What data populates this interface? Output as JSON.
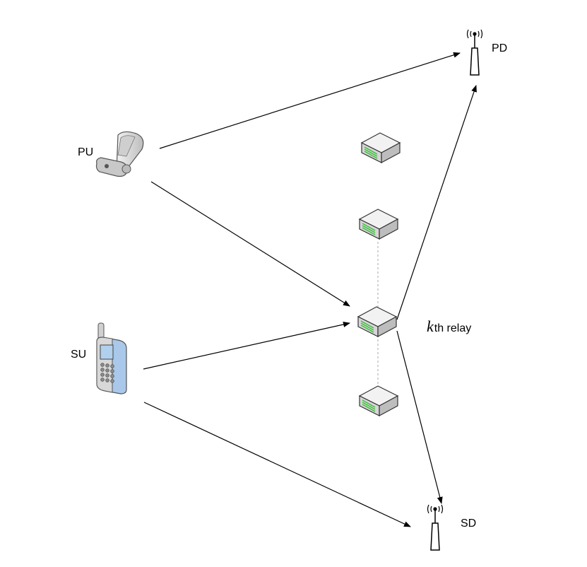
{
  "labels": {
    "pu": "PU",
    "pd": "PD",
    "su": "SU",
    "sd": "SD",
    "relay_k": "k",
    "relay_suffix": "th relay"
  },
  "icons": {
    "pu": "flip-phone-icon",
    "su": "mobile-phone-icon",
    "pd": "antenna-tower-icon",
    "sd": "antenna-tower-icon",
    "relay": "relay-router-icon"
  },
  "colors": {
    "relay_led": "#3bbf3b",
    "phone_screen": "#a9c8ea",
    "device_gray": "#d4d4d4"
  }
}
